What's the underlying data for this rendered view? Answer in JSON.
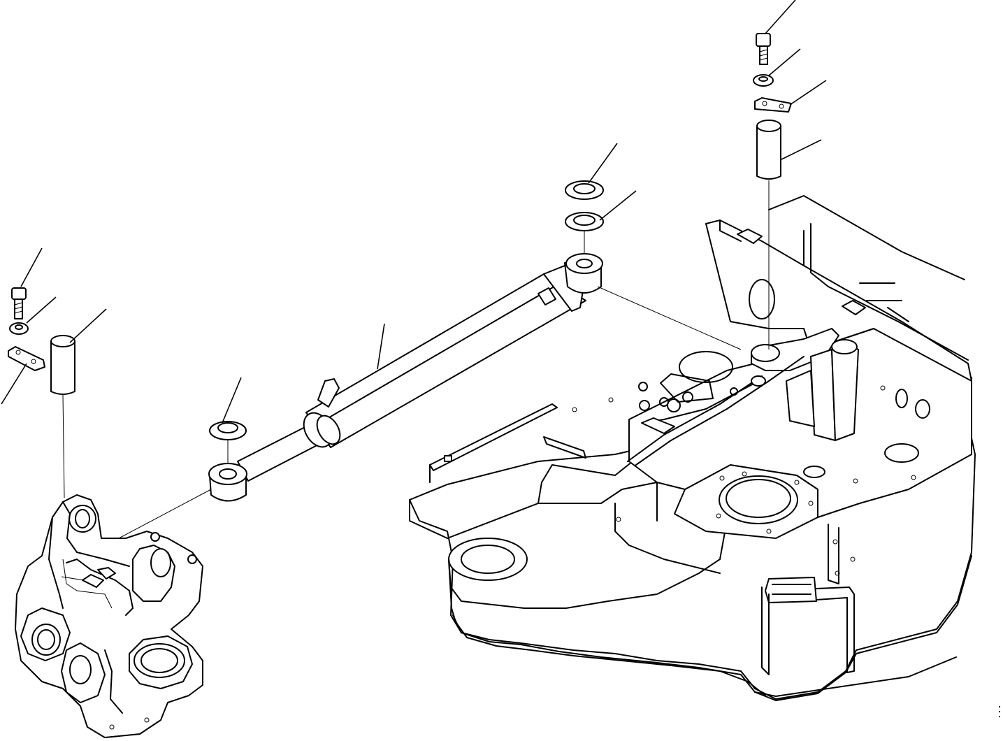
{
  "diagram": {
    "parts": [
      {
        "id": "boom-bracket",
        "icon": "swing-bracket-drawing"
      },
      {
        "id": "swing-cylinder",
        "icon": "hydraulic-cylinder-drawing"
      },
      {
        "id": "revolving-frame",
        "icon": "revolving-frame-drawing"
      },
      {
        "id": "pin-left",
        "icon": "pin-drawing"
      },
      {
        "id": "pin-right",
        "icon": "pin-drawing"
      },
      {
        "id": "bolt-left",
        "icon": "bolt-drawing"
      },
      {
        "id": "bolt-right",
        "icon": "bolt-drawing"
      },
      {
        "id": "washer-left",
        "icon": "washer-drawing"
      },
      {
        "id": "washer-right",
        "icon": "washer-drawing"
      },
      {
        "id": "plate-left",
        "icon": "lock-plate-drawing"
      },
      {
        "id": "plate-right",
        "icon": "lock-plate-drawing"
      },
      {
        "id": "shim-rod-end",
        "icon": "shim-drawing"
      },
      {
        "id": "shim-head-upper",
        "icon": "shim-drawing"
      },
      {
        "id": "shim-head-lower",
        "icon": "shim-drawing"
      }
    ],
    "callout_labels": []
  }
}
